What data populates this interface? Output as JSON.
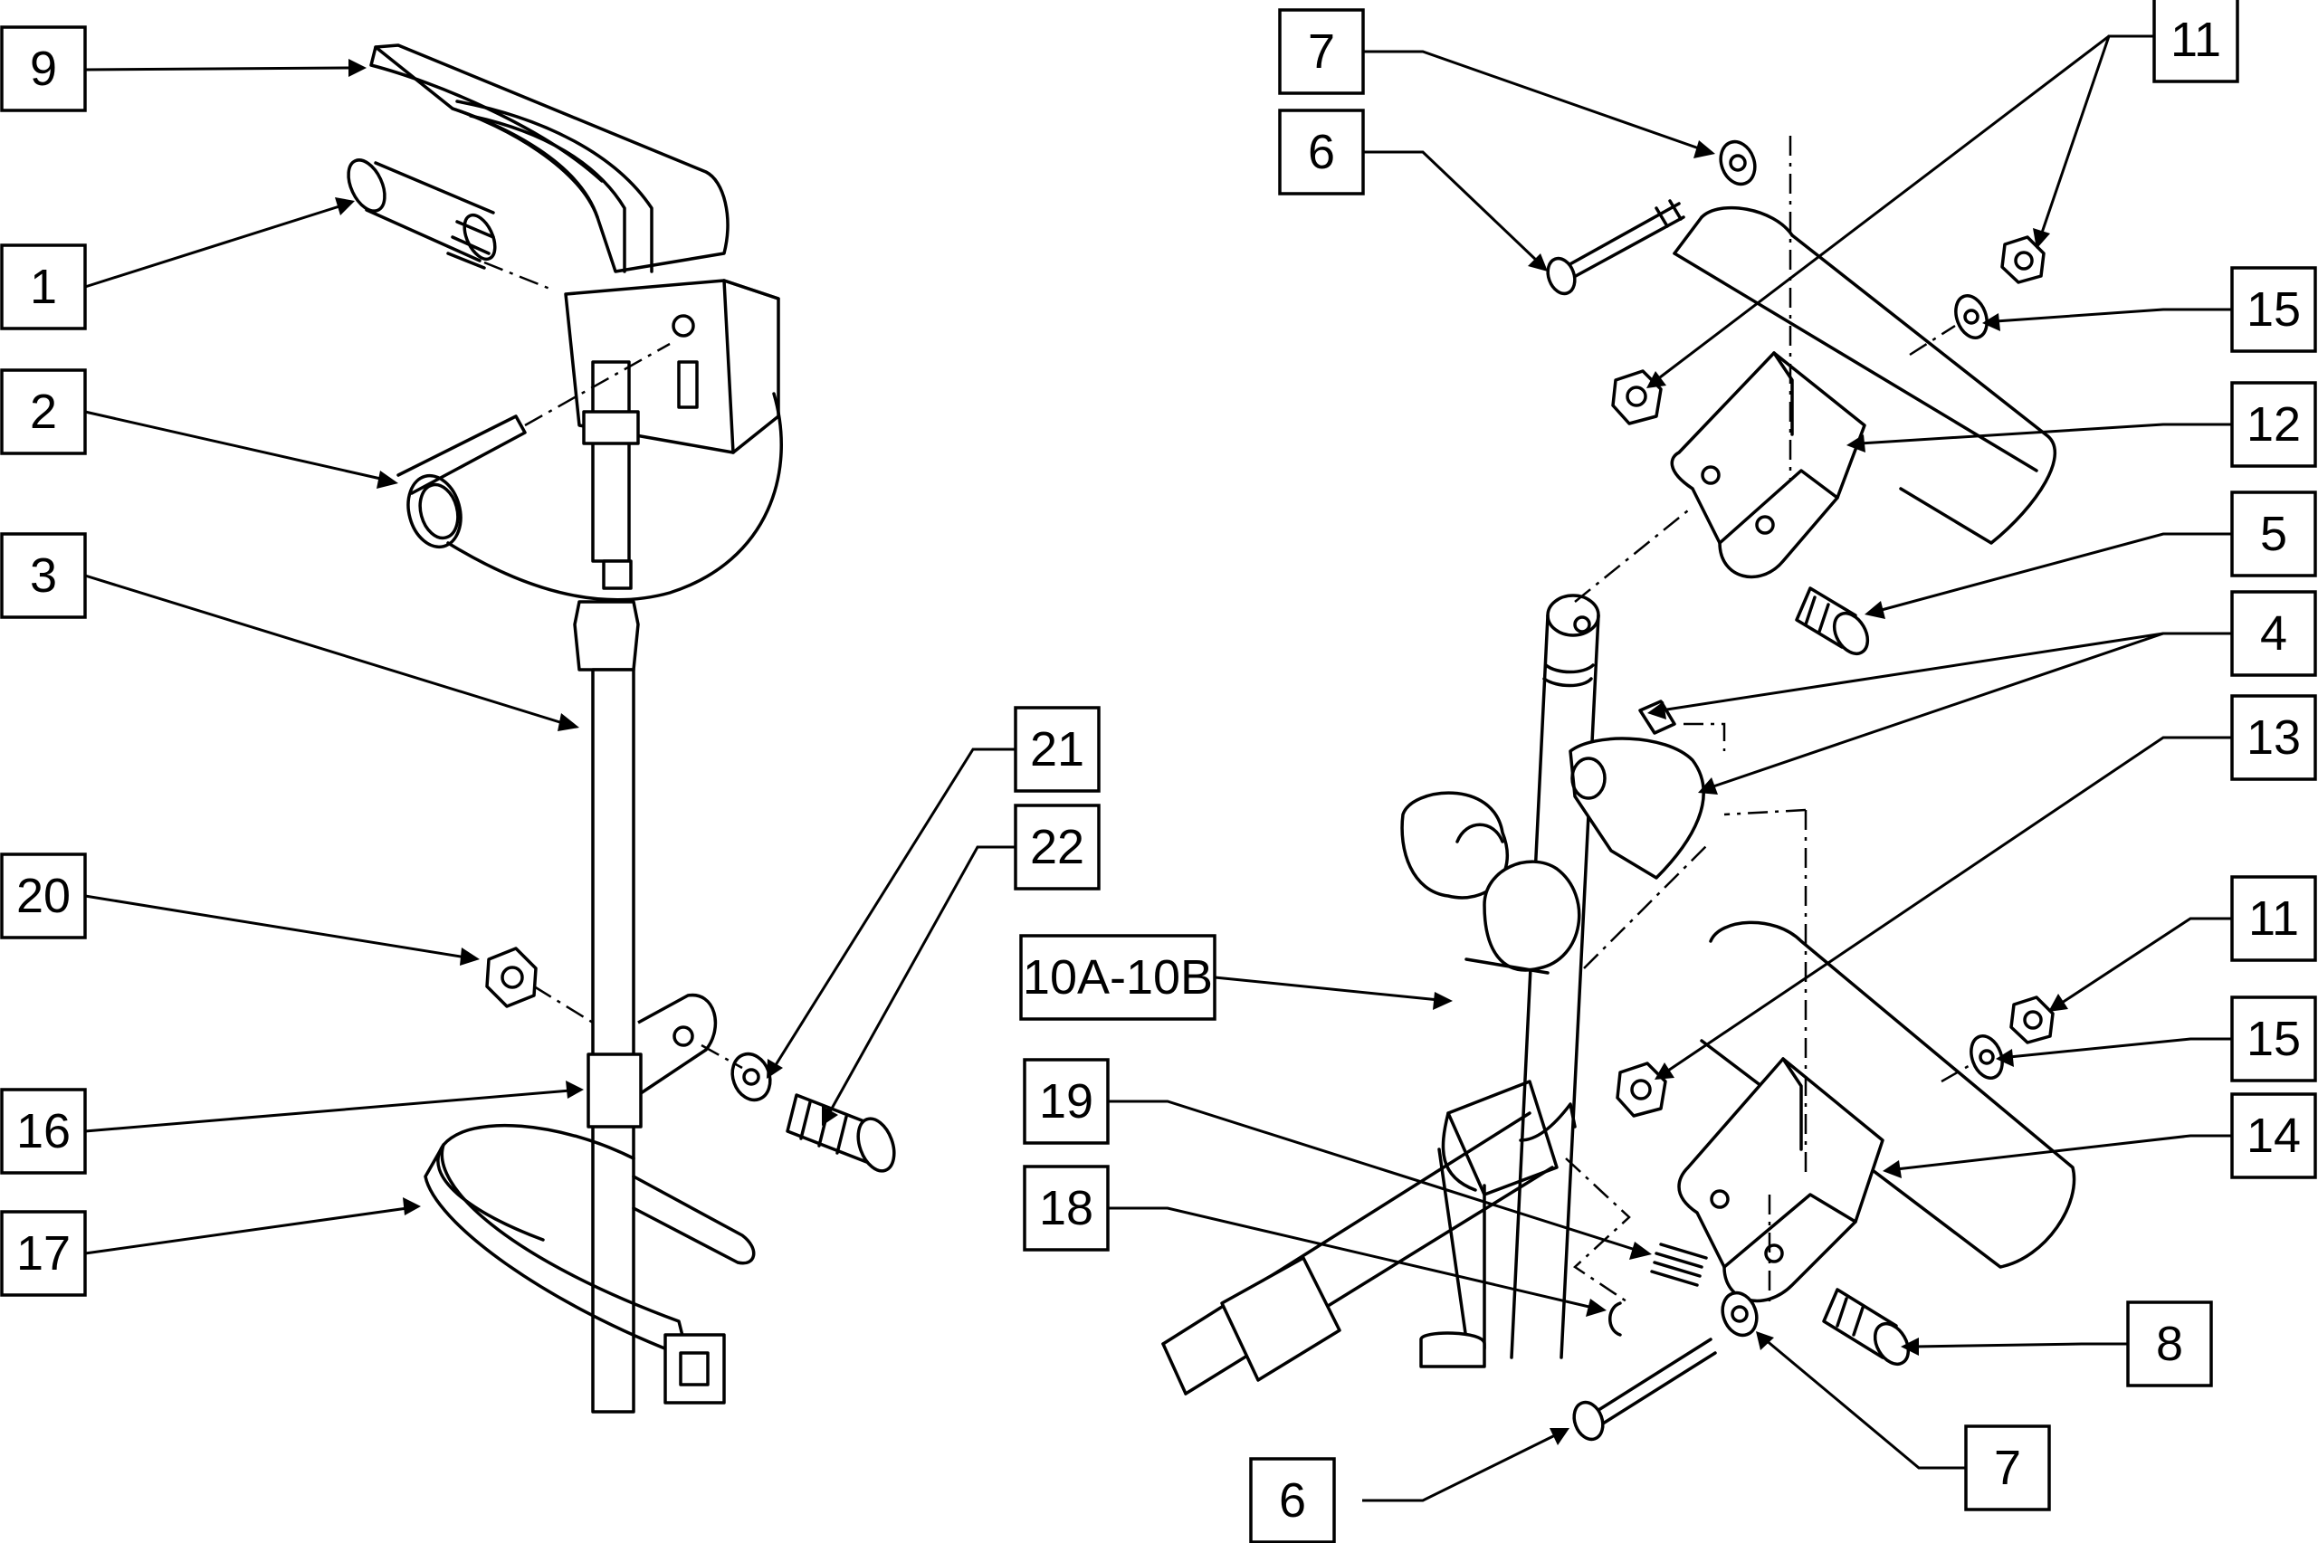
{
  "callouts": [
    {
      "id": "c9",
      "label": "9"
    },
    {
      "id": "c1",
      "label": "1"
    },
    {
      "id": "c2",
      "label": "2"
    },
    {
      "id": "c3",
      "label": "3"
    },
    {
      "id": "c20",
      "label": "20"
    },
    {
      "id": "c16",
      "label": "16"
    },
    {
      "id": "c17",
      "label": "17"
    },
    {
      "id": "c21",
      "label": "21"
    },
    {
      "id": "c22",
      "label": "22"
    },
    {
      "id": "c10",
      "label": "10A-10B"
    },
    {
      "id": "c19",
      "label": "19"
    },
    {
      "id": "c18",
      "label": "18"
    },
    {
      "id": "c6a",
      "label": "6"
    },
    {
      "id": "c7a",
      "label": "7"
    },
    {
      "id": "c6b",
      "label": "6"
    },
    {
      "id": "c7b",
      "label": "7"
    },
    {
      "id": "c11a",
      "label": "11"
    },
    {
      "id": "c15a",
      "label": "15"
    },
    {
      "id": "c12",
      "label": "12"
    },
    {
      "id": "c5",
      "label": "5"
    },
    {
      "id": "c4",
      "label": "4"
    },
    {
      "id": "c13",
      "label": "13"
    },
    {
      "id": "c11b",
      "label": "11"
    },
    {
      "id": "c15b",
      "label": "15"
    },
    {
      "id": "c14",
      "label": "14"
    },
    {
      "id": "c8",
      "label": "8"
    }
  ]
}
